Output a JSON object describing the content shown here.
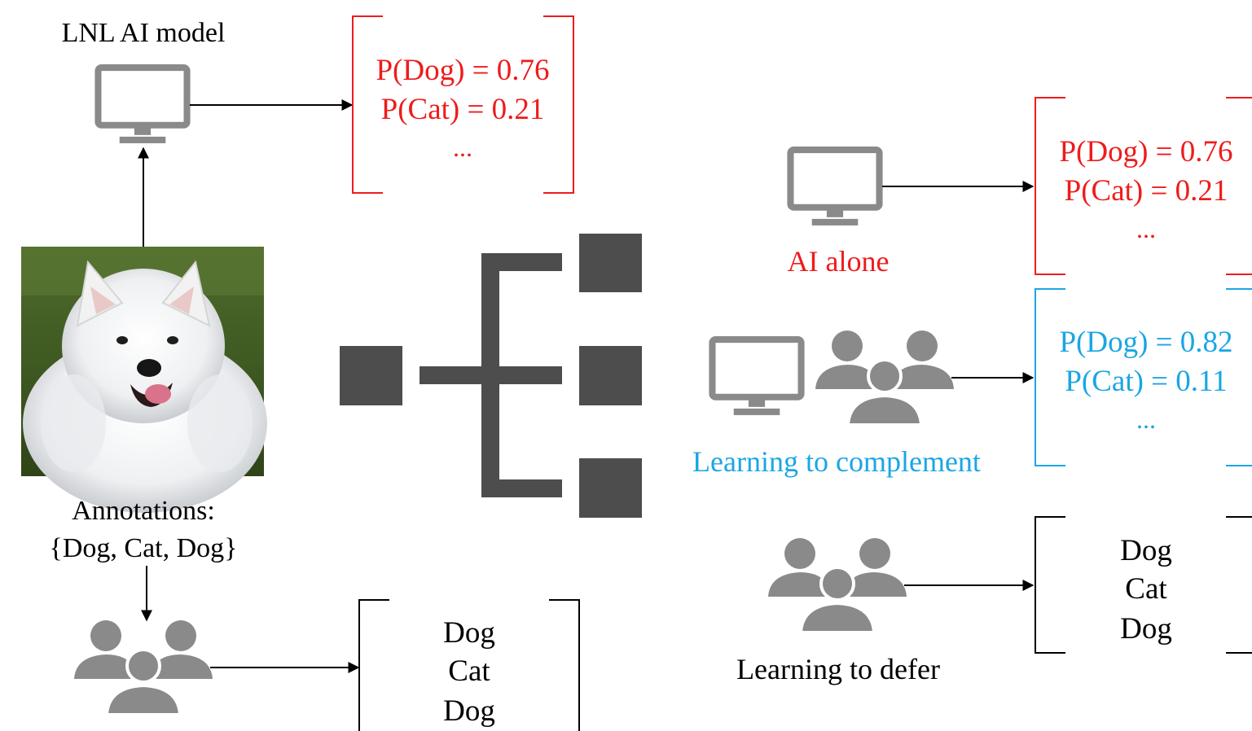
{
  "colors": {
    "red": "#ee1c1c",
    "blue": "#1aa6e4",
    "icon_gray": "#8a8a8a",
    "block_gray": "#4d4d4d",
    "black": "#000000"
  },
  "left": {
    "title": "LNL AI model",
    "prediction": [
      "P(Dog) = 0.76",
      "P(Cat) = 0.21",
      "..."
    ],
    "annotations_label": "Annotations:",
    "annotations_value": "{Dog, Cat, Dog}",
    "human_labels": [
      "Dog",
      "Cat",
      "Dog"
    ],
    "image_subject": "white samoyed dog on grass"
  },
  "right": {
    "ai_alone": {
      "label": "AI alone",
      "prediction": [
        "P(Dog) = 0.76",
        "P(Cat) = 0.21",
        "..."
      ]
    },
    "complement": {
      "label": "Learning to complement",
      "prediction": [
        "P(Dog) = 0.82",
        "P(Cat) = 0.11",
        "..."
      ]
    },
    "defer": {
      "label": "Learning to defer",
      "labels": [
        "Dog",
        "Cat",
        "Dog"
      ]
    }
  },
  "icons": [
    "monitor-icon",
    "people-group-icon",
    "tree-branch-icon",
    "dog-photo"
  ]
}
